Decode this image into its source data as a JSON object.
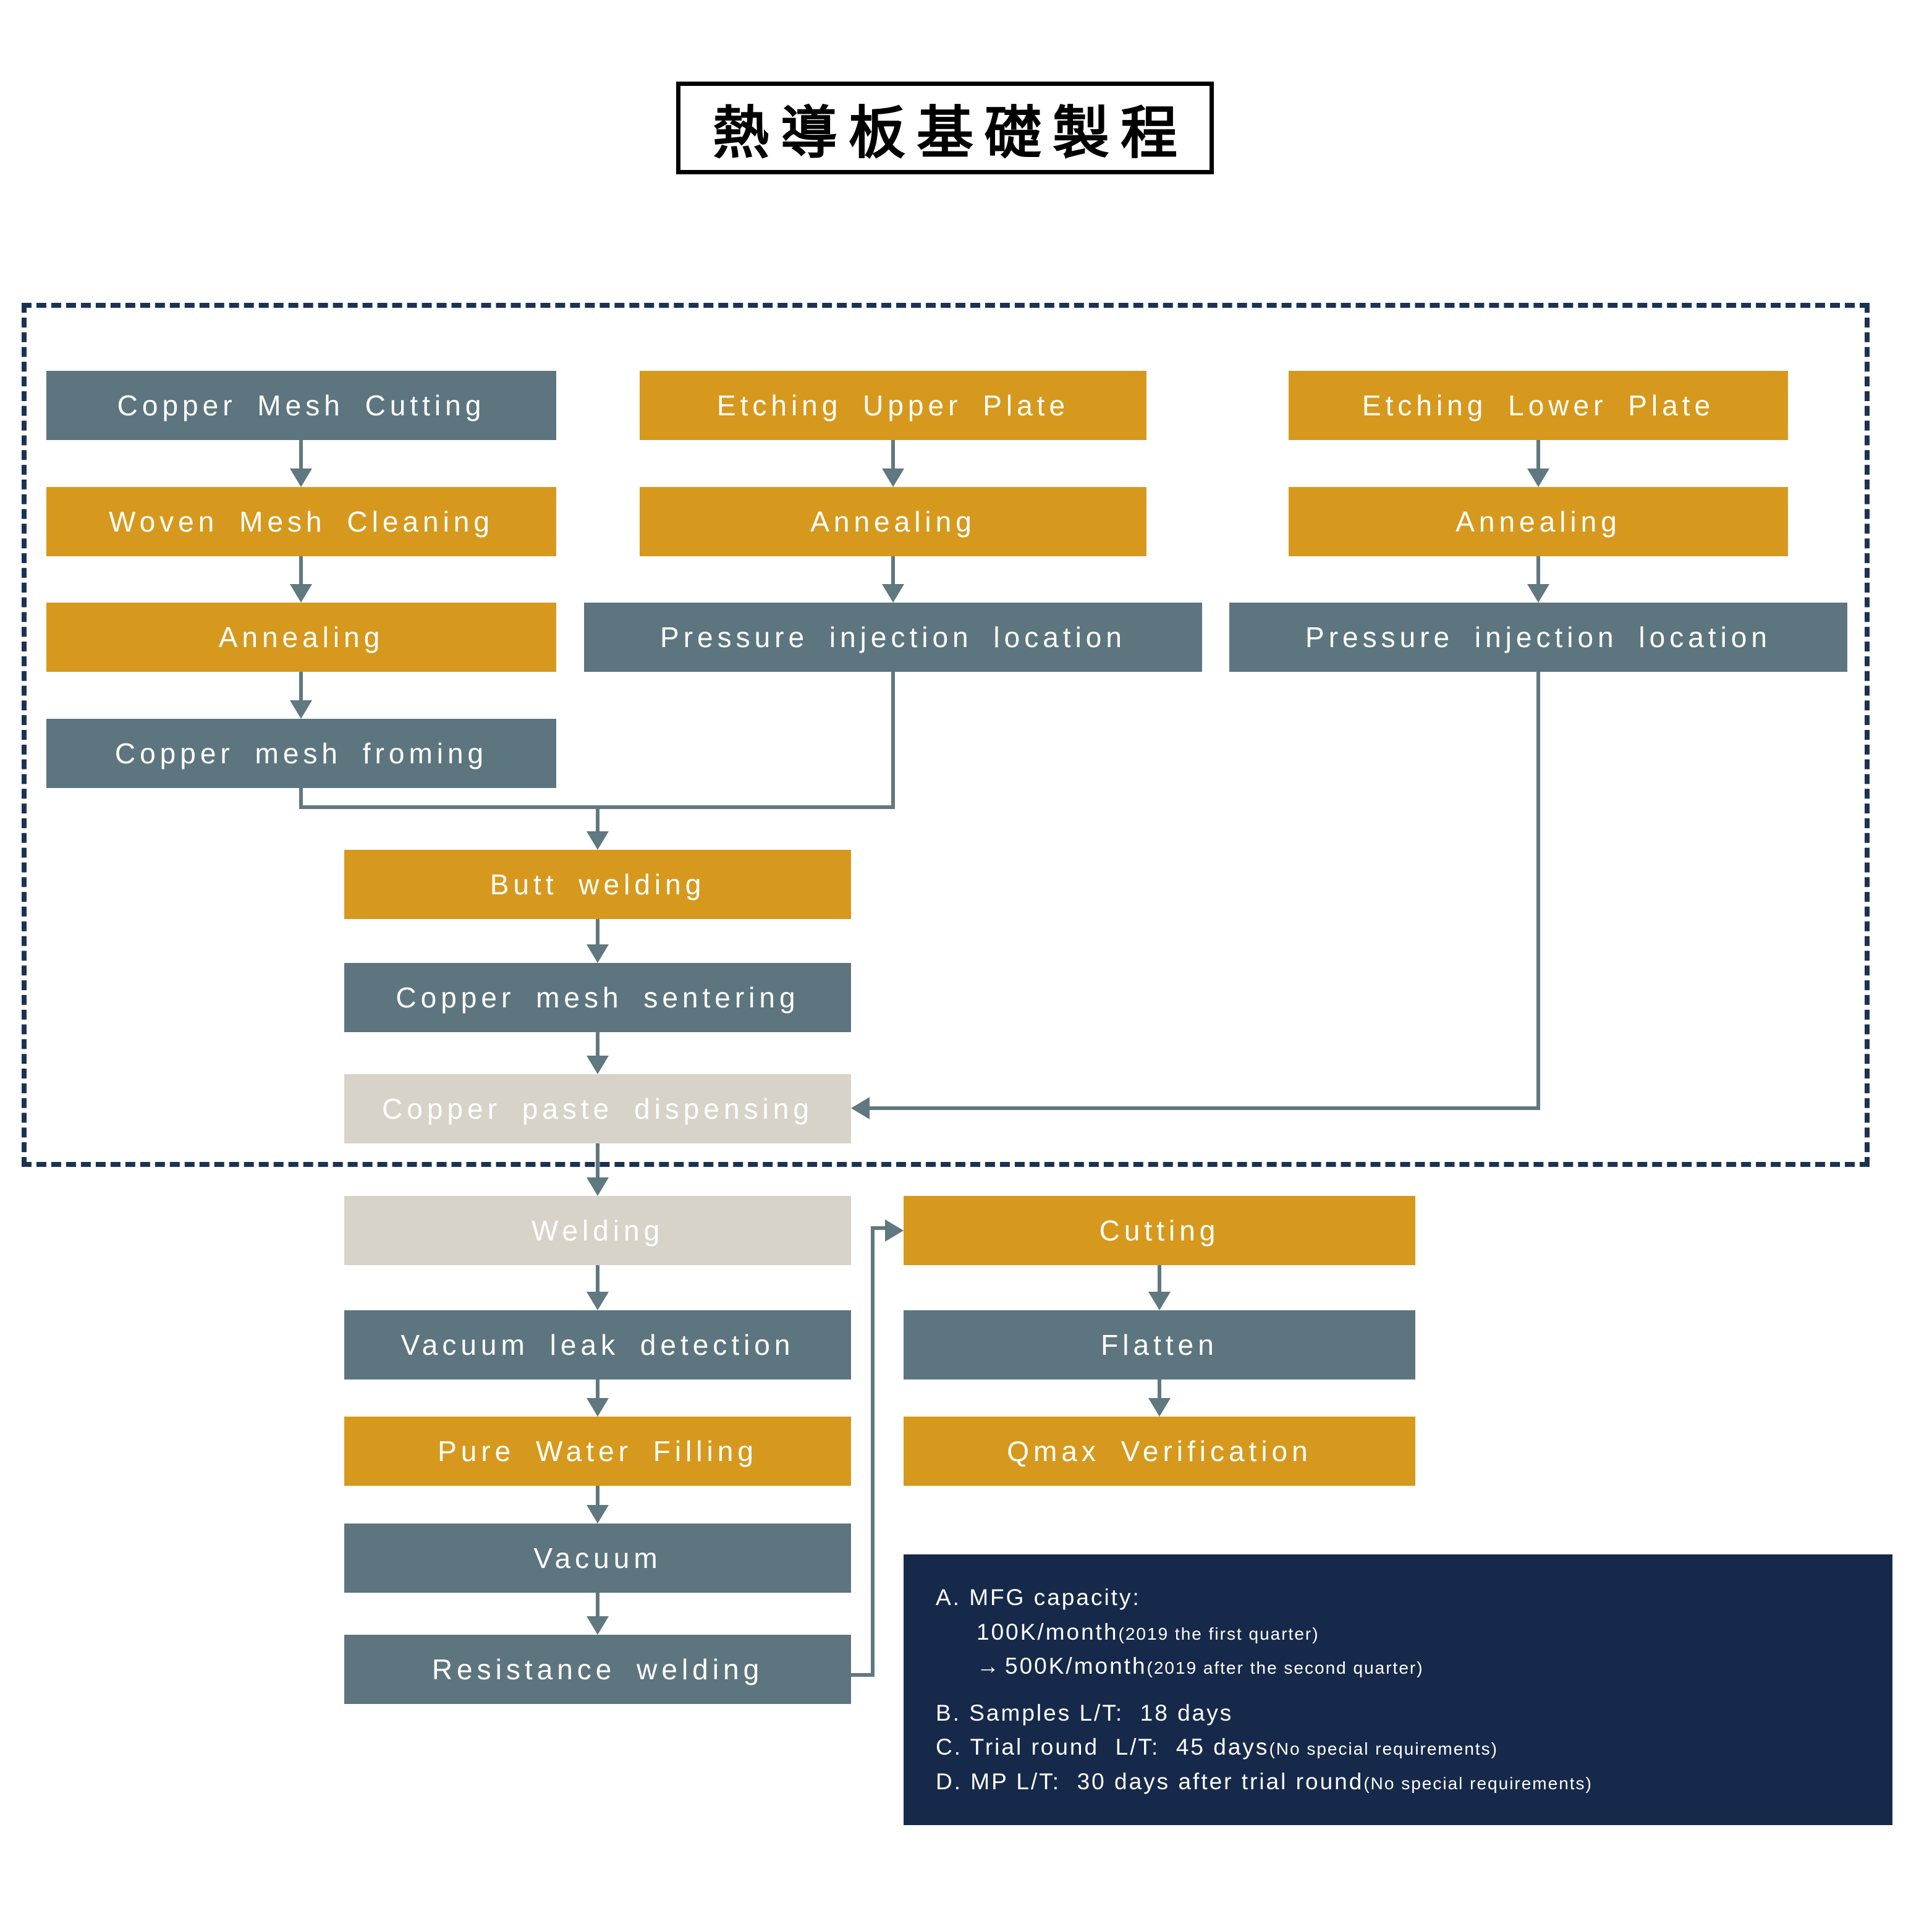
{
  "title": "熱導板基礎製程",
  "colors": {
    "slate": "#5d757e",
    "orange": "#d6991d",
    "paste_gray": "#d7d3c9",
    "navy": "#16294a",
    "connector": "#60787f",
    "dashed_border": "#1b3252",
    "title_border": "#000000"
  },
  "flow": {
    "column1": [
      "Copper Mesh Cutting",
      "Woven Mesh Cleaning",
      "Annealing",
      "Copper mesh froming"
    ],
    "column2": [
      "Etching Upper Plate",
      "Annealing",
      "Pressure injection location"
    ],
    "column3": [
      "Etching Lower Plate",
      "Annealing",
      "Pressure injection location"
    ],
    "center": [
      "Butt welding",
      "Copper mesh sentering",
      "Copper paste dispensing"
    ],
    "lower_left": [
      "Welding",
      "Vacuum leak detection",
      "Pure Water Filling",
      "Vacuum",
      "Resistance welding"
    ],
    "lower_right": [
      "Cutting",
      "Flatten",
      "Qmax Verification"
    ]
  },
  "notes": {
    "a_title": "A. MFG capacity:",
    "a_cap1": "100K/month",
    "a_cap1_note": "(2019 the first quarter)",
    "a_arrow": "→",
    "a_cap2": "500K/month",
    "a_cap2_note": "(2019 after the second quarter)",
    "b": "B. Samples L/T:  18 days",
    "c": "C. Trial round  L/T:  45 days",
    "c_note": "(No special requirements)",
    "d": "D. MP L/T:  30 days after trial round",
    "d_note": "(No special requirements)"
  }
}
